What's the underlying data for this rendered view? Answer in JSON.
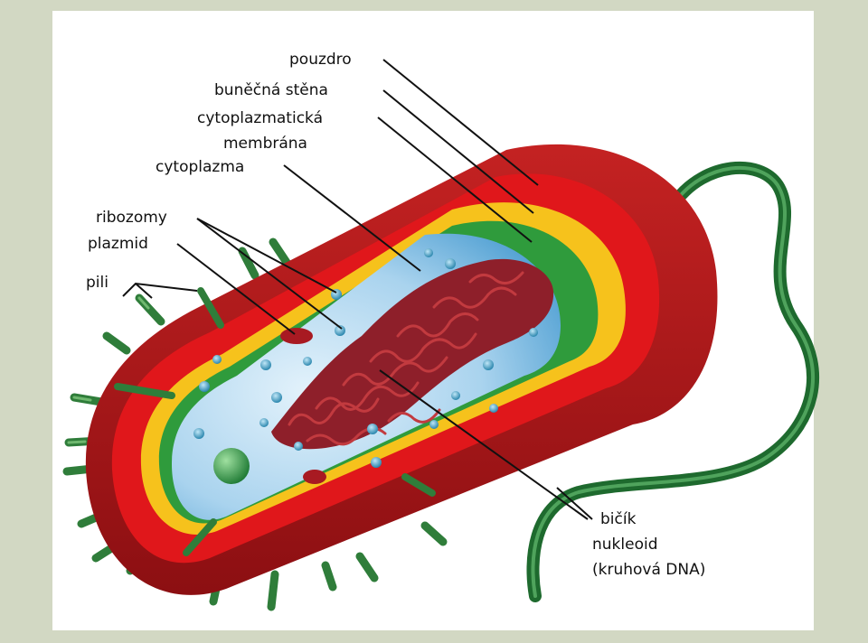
{
  "labels": {
    "capsule": "pouzdro",
    "cell_wall": "buněčná stěna",
    "cytoplasmic_membrane_line1": "cytoplazmatická",
    "cytoplasmic_membrane_line2": "membrána",
    "cytoplasm": "cytoplazma",
    "ribosomes": "ribozomy",
    "plasmid": "plazmid",
    "pili": "pili",
    "flagellum": "bičík",
    "nucleoid_line1": "nukleoid",
    "nucleoid_line2": "(kruhová DNA)"
  },
  "colors": {
    "background": "#d2d8c3",
    "capsule": "#a81515",
    "cell_wall": "#e0171b",
    "membrane_yellow": "#f6c21c",
    "membrane_green": "#2f9b3c",
    "cytoplasm": "#b6dcf2",
    "nucleoid": "#8e1f2a",
    "flagellum": "#1e6a2e",
    "pili": "#2f7d3a"
  }
}
